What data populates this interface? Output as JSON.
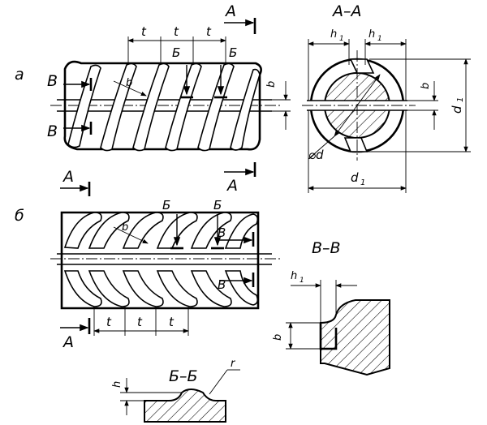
{
  "figure_labels": {
    "variant_a": "а",
    "variant_b": "б"
  },
  "section_titles": {
    "aa": "А–А",
    "vv": "В–В",
    "bb": "Б–Б"
  },
  "markers": {
    "A": "А",
    "B": "Б",
    "V": "В"
  },
  "dimensions": {
    "pitch": "t",
    "rib_width": "b",
    "rib_height": "h",
    "radius": "r",
    "h1": "h",
    "b1": "b",
    "d": "⌀d",
    "d1": "d",
    "subscript_one": "1"
  },
  "colors": {
    "line": "#000000",
    "background": "#ffffff"
  }
}
